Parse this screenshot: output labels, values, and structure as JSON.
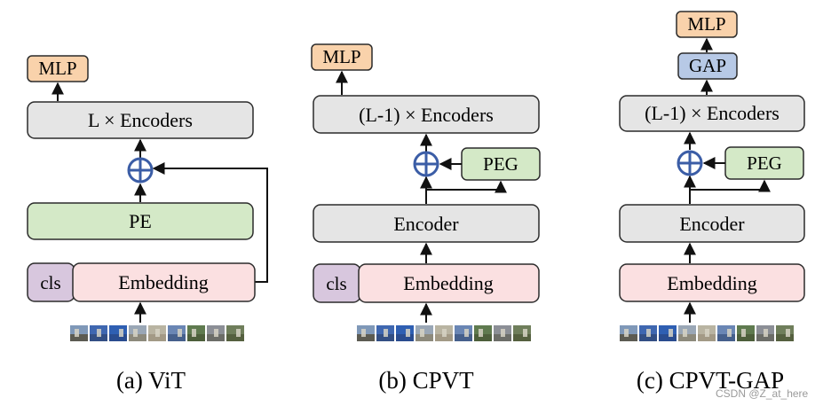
{
  "colors": {
    "gray_fill": "#e5e5e5",
    "green_fill": "#d4e9c7",
    "pink_fill": "#fbe0e1",
    "purple_fill": "#d8c7de",
    "orange_fill": "#f9d2ab",
    "blue_fill": "#b7c9e6",
    "plus_blue": "#3b5da6",
    "stroke": "#2b2b2b"
  },
  "icons": {
    "add": "circled-plus-icon",
    "patches": "image-patches-icon"
  },
  "panels": {
    "vit": {
      "caption": "(a)  ViT",
      "mlp": "MLP",
      "encoders": "L × Encoders",
      "pe": "PE",
      "cls": "cls",
      "embedding": "Embedding"
    },
    "cpvt": {
      "caption": "(b)  CPVT",
      "mlp": "MLP",
      "encoders": "(L-1) × Encoders",
      "peg": "PEG",
      "encoder": "Encoder",
      "cls": "cls",
      "embedding": "Embedding"
    },
    "gap": {
      "caption": "(c)  CPVT-GAP",
      "mlp": "MLP",
      "gap": "GAP",
      "encoders": "(L-1) × Encoders",
      "peg": "PEG",
      "encoder": "Encoder",
      "embedding": "Embedding"
    }
  },
  "watermark": "CSDN @Z_at_here"
}
